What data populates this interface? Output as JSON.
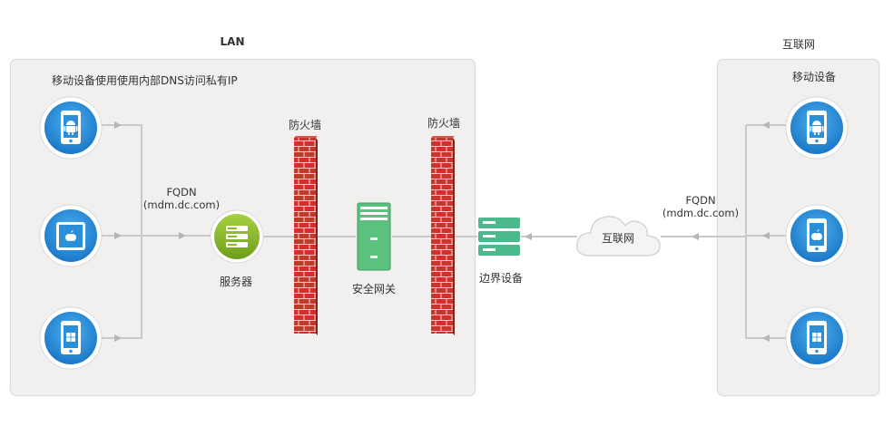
{
  "lan": {
    "title": "LAN",
    "note": "移动设备使用使用内部DNS访问私有IP",
    "fqdn": "FQDN",
    "fqdn_host": "(mdm.dc.com)",
    "server": "服务器",
    "firewall1": "防火墙",
    "gateway": "安全网关",
    "firewall2": "防火墙"
  },
  "edge": {
    "label": "边界设备"
  },
  "cloud": {
    "label": "互联网"
  },
  "internet": {
    "title": "互联网",
    "subtitle": "移动设备",
    "fqdn": "FQDN",
    "fqdn_host": "(mdm.dc.com)"
  },
  "devices": [
    {
      "os": "android-icon"
    },
    {
      "os": "apple-icon"
    },
    {
      "os": "windows-icon"
    }
  ],
  "colors": {
    "panel": "#f1f0ee",
    "device_blue": "#2a8fd8",
    "server_green": "#8cbc2a",
    "firewall_red": "#c8352b",
    "edge_green": "#4cb98c",
    "line": "#c9c9c9"
  }
}
